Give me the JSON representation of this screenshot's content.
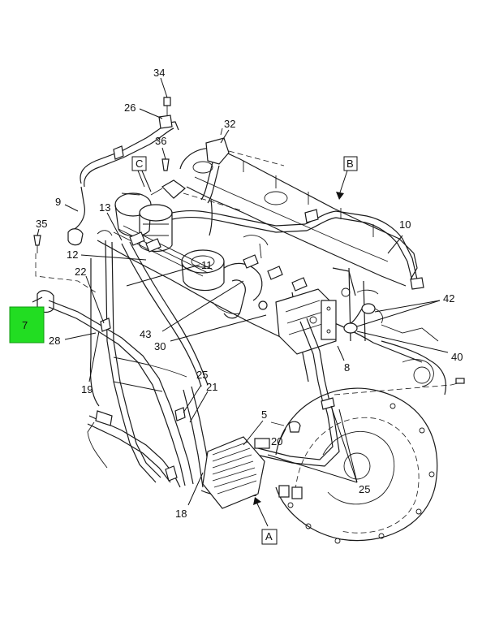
{
  "callouts": {
    "c34": "34",
    "c26": "26",
    "c32": "32",
    "c36": "36",
    "c9": "9",
    "c13": "13",
    "c35": "35",
    "c12": "12",
    "c11": "11",
    "c22": "22",
    "c28": "28",
    "c19": "19",
    "c43": "43",
    "c30": "30",
    "c10": "10",
    "c42": "42",
    "c40": "40",
    "c8": "8",
    "c25a": "25",
    "c21": "21",
    "c5": "5",
    "c20": "20",
    "c18": "18",
    "c25b": "25"
  },
  "view_labels": {
    "a": "A",
    "b": "B",
    "c": "C"
  },
  "highlight": {
    "label": "7",
    "color": "#22dd22"
  }
}
